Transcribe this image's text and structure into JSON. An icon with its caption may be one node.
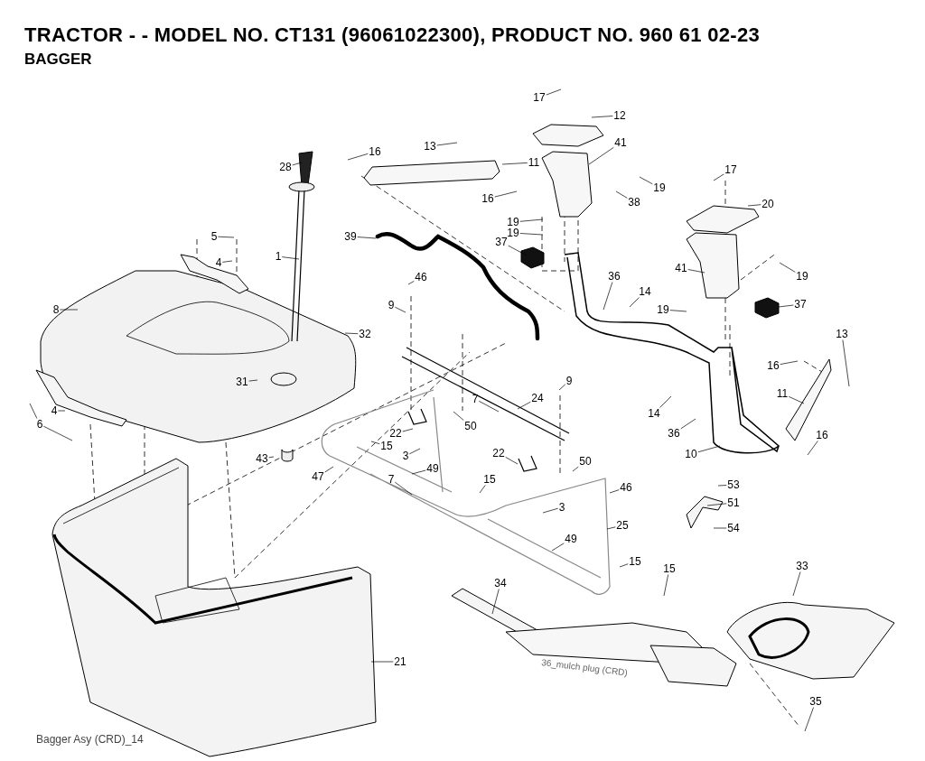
{
  "diagram": {
    "title": "TRACTOR - - MODEL NO. CT131 (96061022300), PRODUCT NO. 960 61 02-23",
    "nodes": [
      {
        "text": [
          "17"
        ]
      },
      {
        "text": [
          "12"
        ]
      },
      {
        "text": [
          "16"
        ]
      },
      {
        "text": [
          "13"
        ]
      },
      {
        "text": [
          "11"
        ]
      },
      {
        "text": [
          "41"
        ]
      },
      {
        "text": [
          "28"
        ]
      },
      {
        "text": [
          "16"
        ]
      },
      {
        "text": [
          "19"
        ]
      },
      {
        "text": [
          "38"
        ]
      },
      {
        "text": [
          "17"
        ]
      },
      {
        "text": [
          "20"
        ]
      },
      {
        "text": [
          "5"
        ]
      },
      {
        "text": [
          "19"
        ]
      },
      {
        "text": [
          "19"
        ]
      },
      {
        "text": [
          "37"
        ]
      },
      {
        "text": [
          "39"
        ]
      },
      {
        "text": [
          "4"
        ]
      },
      {
        "text": [
          "1"
        ]
      },
      {
        "text": [
          "41"
        ]
      },
      {
        "text": [
          "19"
        ]
      },
      {
        "text": [
          "46"
        ]
      },
      {
        "text": [
          "36"
        ]
      },
      {
        "text": [
          "14"
        ]
      },
      {
        "text": [
          "9"
        ]
      },
      {
        "text": [
          "8"
        ]
      },
      {
        "text": [
          "19"
        ]
      },
      {
        "text": [
          "37"
        ]
      },
      {
        "text": [
          "32"
        ]
      },
      {
        "text": [
          "13"
        ]
      },
      {
        "text": [
          "16"
        ]
      },
      {
        "text": [
          "31"
        ]
      },
      {
        "text": [
          "24"
        ]
      },
      {
        "text": [
          "7"
        ]
      },
      {
        "text": [
          "9"
        ]
      },
      {
        "text": [
          "11"
        ]
      },
      {
        "text": [
          "4"
        ]
      },
      {
        "text": [
          "6"
        ]
      },
      {
        "text": [
          "14"
        ]
      },
      {
        "text": [
          "50"
        ]
      },
      {
        "text": [
          "22"
        ]
      },
      {
        "text": [
          "36"
        ]
      },
      {
        "text": [
          "15"
        ]
      },
      {
        "text": [
          "3"
        ]
      },
      {
        "text": [
          "16"
        ]
      },
      {
        "text": [
          "10"
        ]
      },
      {
        "text": [
          "43"
        ]
      },
      {
        "text": [
          "47"
        ]
      },
      {
        "text": [
          "49"
        ]
      },
      {
        "text": [
          "22"
        ]
      },
      {
        "text": [
          "50"
        ]
      },
      {
        "text": [
          "7"
        ]
      },
      {
        "text": [
          "15"
        ]
      },
      {
        "text": [
          "53"
        ]
      },
      {
        "text": [
          "46"
        ]
      },
      {
        "text": [
          "51"
        ]
      },
      {
        "text": [
          "3"
        ]
      },
      {
        "text": [
          "54"
        ]
      },
      {
        "text": [
          "25"
        ]
      },
      {
        "text": [
          "49"
        ]
      },
      {
        "text": [
          "15"
        ]
      },
      {
        "text": [
          "15"
        ]
      },
      {
        "text": [
          "33"
        ]
      },
      {
        "text": [
          "34"
        ]
      },
      {
        "text": [
          "21"
        ]
      },
      {
        "text": [
          "35"
        ]
      }
    ],
    "edges": [
      {
        "from": 0,
        "to": null,
        "arrow": "none"
      },
      {
        "from": 1,
        "to": null,
        "arrow": "none"
      },
      {
        "from": 2,
        "to": null,
        "arrow": "none"
      },
      {
        "from": 3,
        "to": null,
        "arrow": "none"
      },
      {
        "from": 4,
        "to": null,
        "arrow": "none"
      },
      {
        "from": 5,
        "to": null,
        "arrow": "none"
      },
      {
        "from": 6,
        "to": null,
        "arrow": "none"
      },
      {
        "from": 7,
        "to": null,
        "arrow": "none"
      },
      {
        "from": 8,
        "to": null,
        "arrow": "none"
      },
      {
        "from": 9,
        "to": null,
        "arrow": "none"
      },
      {
        "from": 10,
        "to": null,
        "arrow": "none"
      },
      {
        "from": 11,
        "to": null,
        "arrow": "none"
      },
      {
        "from": 12,
        "to": null,
        "arrow": "none"
      },
      {
        "from": 13,
        "to": null,
        "arrow": "none"
      },
      {
        "from": 14,
        "to": null,
        "arrow": "none"
      },
      {
        "from": 15,
        "to": null,
        "arrow": "none"
      },
      {
        "from": 16,
        "to": null,
        "arrow": "none"
      },
      {
        "from": 17,
        "to": null,
        "arrow": "none"
      },
      {
        "from": 18,
        "to": null,
        "arrow": "none"
      },
      {
        "from": 19,
        "to": null,
        "arrow": "none"
      },
      {
        "from": 20,
        "to": null,
        "arrow": "none"
      },
      {
        "from": 21,
        "to": null,
        "arrow": "none"
      },
      {
        "from": 22,
        "to": null,
        "arrow": "none"
      },
      {
        "from": 23,
        "to": null,
        "arrow": "none"
      },
      {
        "from": 24,
        "to": null,
        "arrow": "none"
      },
      {
        "from": 25,
        "to": null,
        "arrow": "none"
      },
      {
        "from": 26,
        "to": null,
        "arrow": "none"
      },
      {
        "from": 27,
        "to": null,
        "arrow": "none"
      },
      {
        "from": 28,
        "to": null,
        "arrow": "none"
      },
      {
        "from": 29,
        "to": null,
        "arrow": "none"
      },
      {
        "from": 30,
        "to": null,
        "arrow": "none"
      },
      {
        "from": 31,
        "to": null,
        "arrow": "none"
      },
      {
        "from": 32,
        "to": null,
        "arrow": "none"
      },
      {
        "from": 33,
        "to": null,
        "arrow": "none"
      },
      {
        "from": 34,
        "to": null,
        "arrow": "none"
      },
      {
        "from": 35,
        "to": null,
        "arrow": "none"
      },
      {
        "from": 36,
        "to": null,
        "arrow": "none"
      },
      {
        "from": 37,
        "to": null,
        "arrow": "none"
      },
      {
        "from": 37,
        "to": null,
        "arrow": "none"
      },
      {
        "from": 38,
        "to": null,
        "arrow": "none"
      },
      {
        "from": 39,
        "to": null,
        "arrow": "none"
      },
      {
        "from": 40,
        "to": null,
        "arrow": "none"
      },
      {
        "from": 41,
        "to": null,
        "arrow": "none"
      },
      {
        "from": 42,
        "to": null,
        "arrow": "none"
      },
      {
        "from": 43,
        "to": null,
        "arrow": "none"
      },
      {
        "from": 44,
        "to": null,
        "arrow": "none"
      },
      {
        "from": 45,
        "to": null,
        "arrow": "none"
      },
      {
        "from": 46,
        "to": null,
        "arrow": "none"
      },
      {
        "from": 47,
        "to": null,
        "arrow": "none"
      },
      {
        "from": 48,
        "to": null,
        "arrow": "none"
      },
      {
        "from": 49,
        "to": null,
        "arrow": "none"
      },
      {
        "from": 50,
        "to": null,
        "arrow": "none"
      },
      {
        "from": 51,
        "to": null,
        "arrow": "none"
      },
      {
        "from": 52,
        "to": null,
        "arrow": "none"
      },
      {
        "from": 53,
        "to": null,
        "arrow": "none"
      },
      {
        "from": 54,
        "to": null,
        "arrow": "none"
      },
      {
        "from": 55,
        "to": null,
        "arrow": "none"
      },
      {
        "from": 56,
        "to": null,
        "arrow": "none"
      },
      {
        "from": 57,
        "to": null,
        "arrow": "none"
      },
      {
        "from": 58,
        "to": null,
        "arrow": "none"
      },
      {
        "from": 59,
        "to": null,
        "arrow": "none"
      },
      {
        "from": 60,
        "to": null,
        "arrow": "none"
      },
      {
        "from": 61,
        "to": null,
        "arrow": "none"
      },
      {
        "from": 62,
        "to": null,
        "arrow": "none"
      },
      {
        "from": 63,
        "to": null,
        "arrow": "none"
      },
      {
        "from": 64,
        "to": null,
        "arrow": "none"
      },
      {
        "from": 65,
        "to": null,
        "arrow": "none"
      }
    ],
    "labels": [
      "BAGGER",
      "36_mulch plug (CRD)",
      "Bagger Asy (CRD)_14"
    ]
  }
}
